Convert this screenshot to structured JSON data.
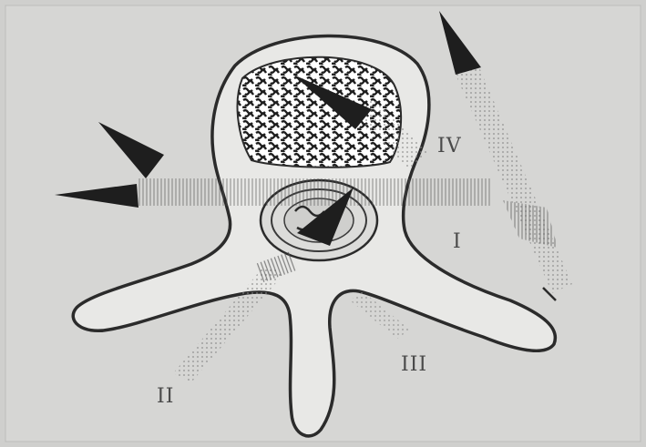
{
  "figure": {
    "subject": "vertebra-cross-section",
    "colors": {
      "background": "#cfcfcd",
      "outline": "#2b2b2b",
      "needle": "#1e1e1e",
      "track": "#9a9a98",
      "cancellous": "#2a2a2a"
    },
    "approach_labels": {
      "iv": "IV",
      "i": "I",
      "iii": "III",
      "ii": "II"
    }
  }
}
